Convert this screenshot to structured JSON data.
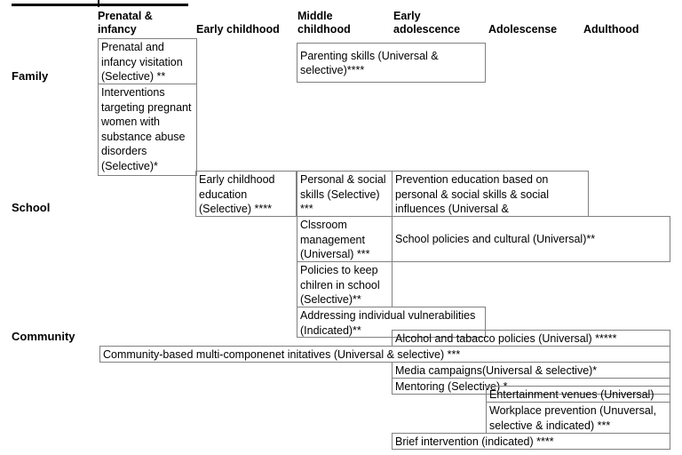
{
  "figure": {
    "type": "matrix-table",
    "top_rule": true
  },
  "column_headers": [
    {
      "id": "prenatal-infancy",
      "label": "Prenatal &\ninfancy"
    },
    {
      "id": "early-childhood",
      "label": "Early childhood"
    },
    {
      "id": "middle-childhood",
      "label": "Middle\nchildhood"
    },
    {
      "id": "early-adolescence",
      "label": "Early\nadolescence"
    },
    {
      "id": "adolescense",
      "label": "Adolescense"
    },
    {
      "id": "adulthood",
      "label": "Adulthood"
    }
  ],
  "row_headers": [
    {
      "id": "family",
      "label": "Family"
    },
    {
      "id": "school",
      "label": "School"
    },
    {
      "id": "community",
      "label": "Community"
    }
  ],
  "cells": {
    "family": [
      {
        "id": "prenatal-infancy-visitation",
        "text": "Prenatal and infancy visitation (Selective) **"
      },
      {
        "id": "interventions-pregnant-women",
        "text": "Interventions targeting pregnant women with substance abuse disorders (Selective)*"
      },
      {
        "id": "parenting-skills",
        "text": "Parenting skills (Universal & selective)****"
      }
    ],
    "school": [
      {
        "id": "early-childhood-education",
        "text": "Early childhood education (Selective) ****"
      },
      {
        "id": "personal-social-skills",
        "text": "Personal & social skills (Selective) ***"
      },
      {
        "id": "prevention-education",
        "text": "Prevention education based on personal & social skills & social influences (Universal &"
      },
      {
        "id": "classroom-management",
        "text": "Clssroom management (Universal) ***"
      },
      {
        "id": "school-policies-cultural",
        "text": "School policies and cultural (Universal)**"
      },
      {
        "id": "policies-keep-children-school",
        "text": "Policies to keep chilren in school (Selective)**"
      },
      {
        "id": "addressing-individual-vulnerabilities",
        "text": "Addressing individual vulnerabilities (Indicated)**"
      }
    ],
    "community": [
      {
        "id": "alcohol-tobacco-policies",
        "text": "Alcohol and tabacco policies (Universal) *****"
      },
      {
        "id": "community-based-initiatives",
        "text": "Community-based multi-componenet initatives (Universal & selective) ***"
      },
      {
        "id": "media-campaigns",
        "text": "Media campaigns(Universal & selective)*"
      },
      {
        "id": "mentoring",
        "text": "Mentoring (Selective) *"
      },
      {
        "id": "entertainment-venues",
        "text": "Entertainment venues (Universal)"
      },
      {
        "id": "workplace-prevention",
        "text": "Workplace prevention (Unuversal, selective & indicated) ***"
      },
      {
        "id": "brief-intervention",
        "text": "Brief intervention (indicated) ****"
      }
    ]
  },
  "colors": {
    "border": "#808080",
    "text": "#000000",
    "rule": "#000000",
    "background": "#ffffff"
  }
}
